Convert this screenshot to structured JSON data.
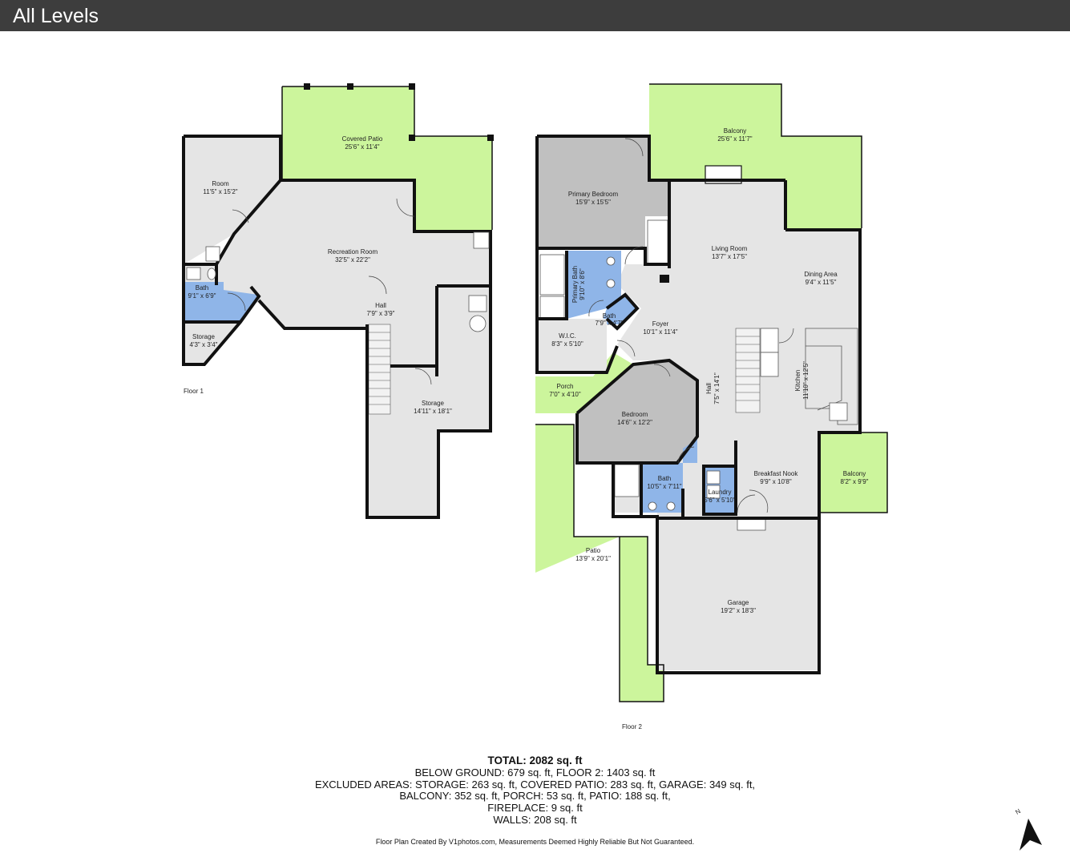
{
  "header": {
    "title": "All Levels"
  },
  "floors": [
    {
      "label": "Floor 1",
      "rooms": [
        {
          "name": "Room",
          "dims": "11'5\" x 15'2\""
        },
        {
          "name": "Covered Patio",
          "dims": "25'6\" x 11'4\""
        },
        {
          "name": "Recreation Room",
          "dims": "32'5\" x 22'2\""
        },
        {
          "name": "Bath",
          "dims": "9'1\" x 6'9\""
        },
        {
          "name": "Hall",
          "dims": "7'9\" x 3'9\""
        },
        {
          "name": "Storage",
          "dims": "4'3\" x 3'4\""
        },
        {
          "name": "Storage",
          "dims": "14'11\" x 18'1\""
        }
      ]
    },
    {
      "label": "Floor 2",
      "rooms": [
        {
          "name": "Balcony",
          "dims": "25'6\" x 11'7\""
        },
        {
          "name": "Primary Bedroom",
          "dims": "15'9\" x 15'5\""
        },
        {
          "name": "Living Room",
          "dims": "13'7\" x 17'5\""
        },
        {
          "name": "Dining Area",
          "dims": "9'4\" x 11'5\""
        },
        {
          "name": "Primary Bath",
          "dims": "9'10\" x 8'6\""
        },
        {
          "name": "Bath",
          "dims": "7'9\" x 4'7\""
        },
        {
          "name": "W.I.C.",
          "dims": "8'3\" x 5'10\""
        },
        {
          "name": "Foyer",
          "dims": "10'1\" x 11'4\""
        },
        {
          "name": "Hall",
          "dims": "7'5\" x 14'1\""
        },
        {
          "name": "Kitchen",
          "dims": "11'10\" x 12'5\""
        },
        {
          "name": "Porch",
          "dims": "7'0\" x 4'10\""
        },
        {
          "name": "Bedroom",
          "dims": "14'6\" x 12'2\""
        },
        {
          "name": "Bath",
          "dims": "10'5\" x 7'11\""
        },
        {
          "name": "Laundry",
          "dims": "5'6\" x 5'10\""
        },
        {
          "name": "Breakfast Nook",
          "dims": "9'9\" x 10'8\""
        },
        {
          "name": "Balcony",
          "dims": "8'2\" x 9'9\""
        },
        {
          "name": "Patio",
          "dims": "13'9\" x 20'1\""
        },
        {
          "name": "Garage",
          "dims": "19'2\" x 18'3\""
        }
      ]
    }
  ],
  "summary": {
    "total": "TOTAL: 2082 sq. ft",
    "lines": [
      "BELOW GROUND: 679 sq. ft, FLOOR 2: 1403 sq. ft",
      "EXCLUDED AREAS: STORAGE: 263 sq. ft, COVERED PATIO: 283 sq. ft, GARAGE: 349 sq. ft,",
      "BALCONY: 352 sq. ft, PORCH: 53 sq. ft, PATIO: 188 sq. ft,",
      "FIREPLACE: 9 sq. ft",
      "WALLS: 208 sq. ft"
    ]
  },
  "credit": "Floor Plan Created By V1photos.com, Measurements Deemed Highly Reliable But Not Guaranteed.",
  "compass": {
    "label": "N",
    "icon": "north-arrow-icon"
  },
  "colors": {
    "header_bg": "#3d3d3d",
    "interior": "#e5e5e5",
    "dark_room": "#c0c0c0",
    "bath": "#8fb5e8",
    "outdoor": "#ccf59c",
    "wall": "#111111"
  }
}
